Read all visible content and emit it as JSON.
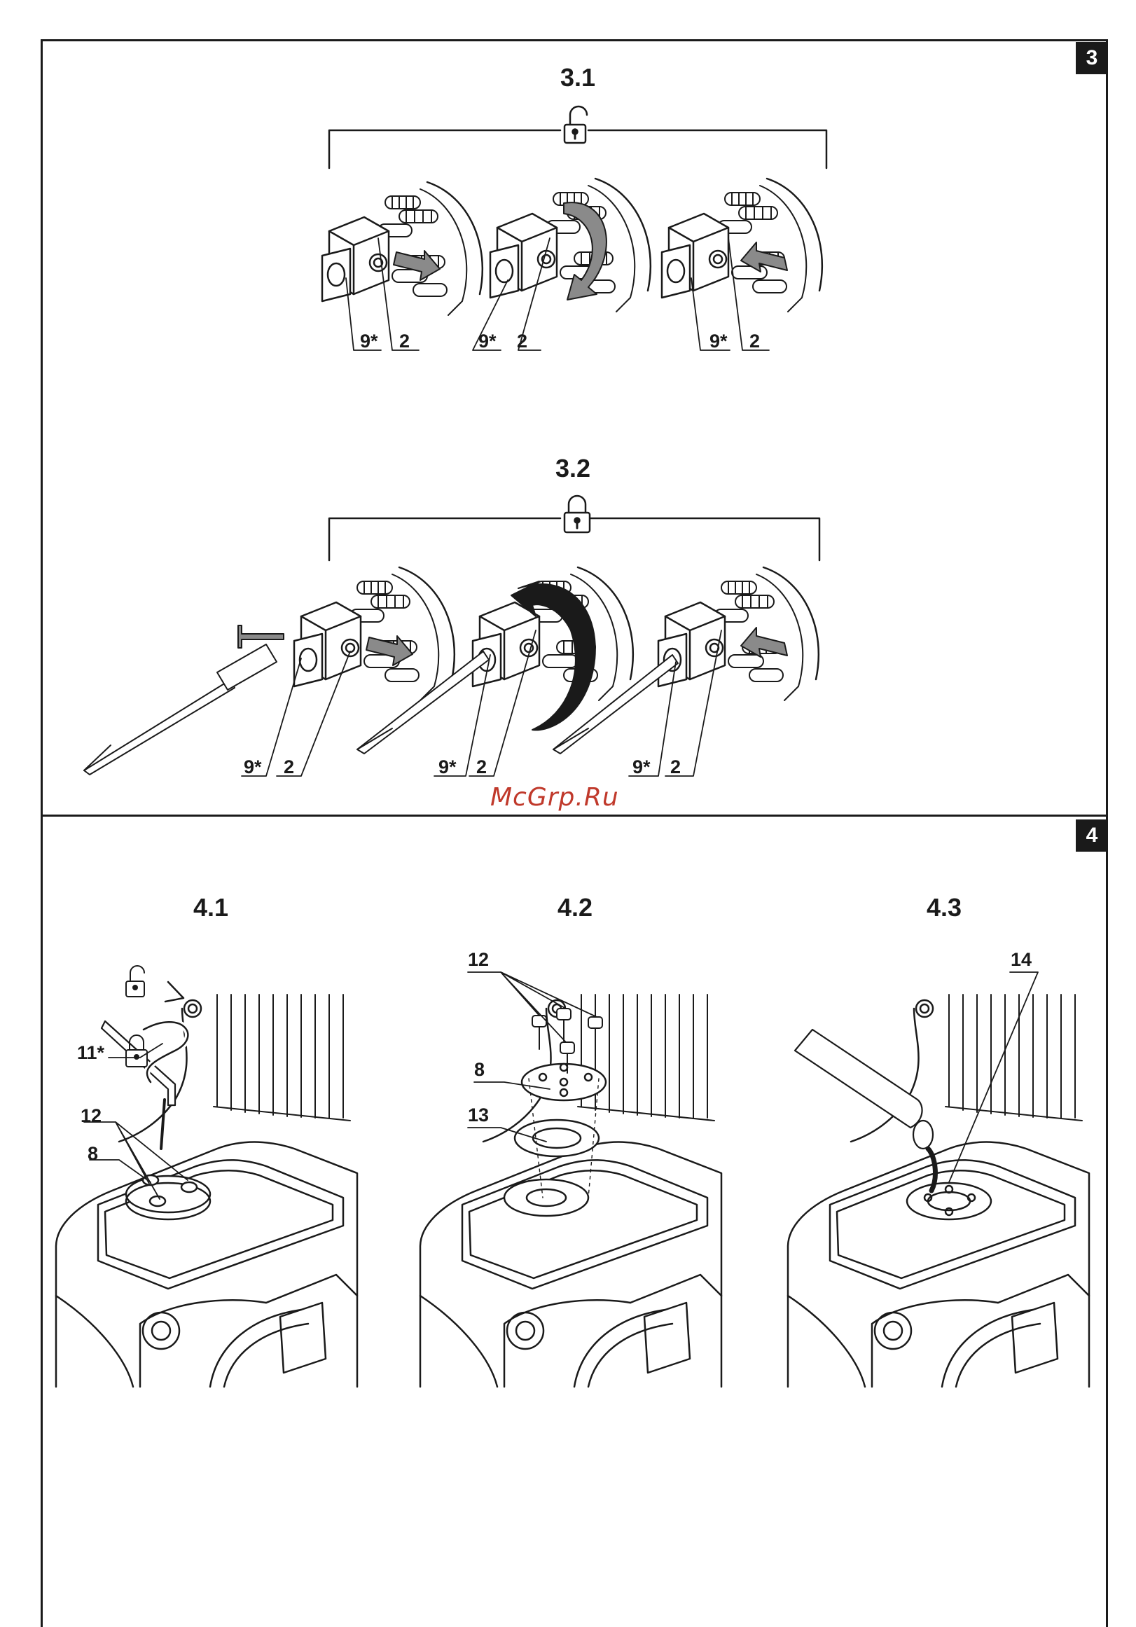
{
  "section3": {
    "badge": "3",
    "step1": {
      "title": "3.1",
      "lock_state": "unlocked",
      "labels": [
        "9*",
        "2",
        "9*",
        "2",
        "9*",
        "2"
      ]
    },
    "step2": {
      "title": "3.2",
      "lock_state": "locked",
      "labels": [
        "9*",
        "2",
        "9*",
        "2",
        "9*",
        "2"
      ]
    }
  },
  "section4": {
    "badge": "4",
    "step1": {
      "title": "4.1",
      "labels": {
        "tool": "11*",
        "screws": "12",
        "plate": "8"
      }
    },
    "step2": {
      "title": "4.2",
      "labels": {
        "screws": "12",
        "plate": "8",
        "seal": "13"
      }
    },
    "step3": {
      "title": "4.3",
      "labels": {
        "grease": "14"
      }
    }
  },
  "watermark": "McGrp.Ru",
  "colors": {
    "line": "#1a1a1a",
    "watermark": "#c0392b",
    "arrow_fill": "#8a8a8a"
  },
  "icons": [
    "unlocked-padlock-icon",
    "locked-padlock-icon"
  ]
}
